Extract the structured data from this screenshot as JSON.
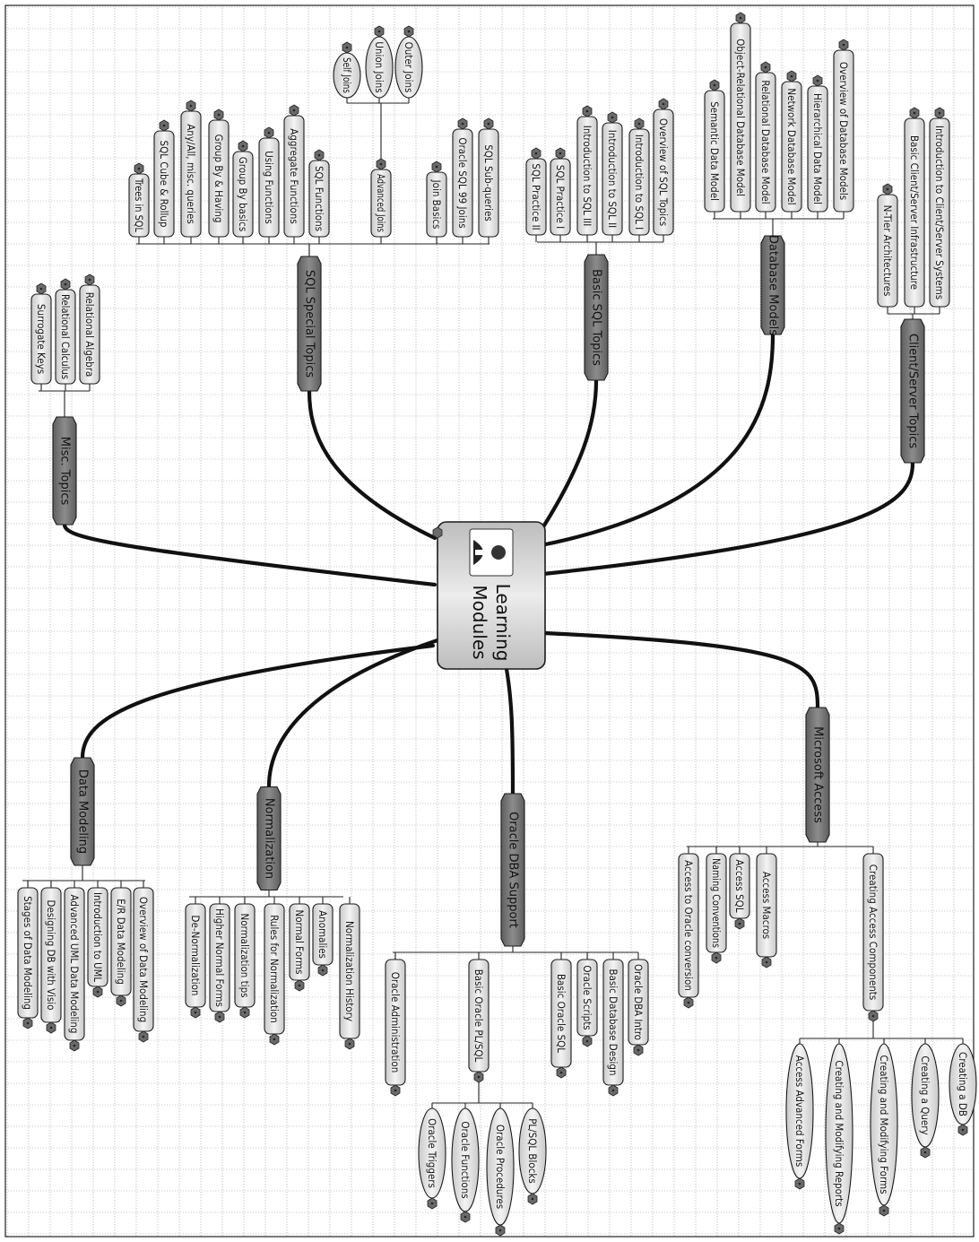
{
  "title": "Learning Modules",
  "categories": [
    {
      "id": "data-modeling",
      "label": "Data Modeling",
      "items": [
        {
          "label": "Overview of Data Modeling"
        },
        {
          "label": "E/R Data Modeling"
        },
        {
          "label": "Introduction to UML"
        },
        {
          "label": "Advanced UML Data Modeling"
        },
        {
          "label": "Designing DB with Visio"
        },
        {
          "label": "Stages of Data Modeling"
        }
      ]
    },
    {
      "id": "normalization",
      "label": "Normalization",
      "items": [
        {
          "label": "Normalization History"
        },
        {
          "label": "Anomalies"
        },
        {
          "label": "Normal Forms"
        },
        {
          "label": "Rules for Normalization"
        },
        {
          "label": "Normalization tips"
        },
        {
          "label": "Higher Normal Forms"
        },
        {
          "label": "De-Normalization"
        }
      ]
    },
    {
      "id": "oracle-dba-support",
      "label": "Oracle DBA Support",
      "items": [
        {
          "label": "Oracle DBA Intro"
        },
        {
          "label": "Basic Database Design"
        },
        {
          "label": "Oracle Scripts"
        },
        {
          "label": "Basic Oracle SQL"
        },
        {
          "label": "Basic Oracle PL/SQL",
          "children": [
            {
              "label": "PL/SQL Blocks"
            },
            {
              "label": "Oracle Procedures"
            },
            {
              "label": "Oracle Functions"
            },
            {
              "label": "Oracle Triggers"
            }
          ]
        },
        {
          "label": "Oracle Administration"
        }
      ]
    },
    {
      "id": "microsoft-access",
      "label": "Microsoft Access",
      "items": [
        {
          "label": "Creating Access Components",
          "children": [
            {
              "label": "Creating a DB"
            },
            {
              "label": "Creating a Query"
            },
            {
              "label": "Creating and Modifying Forms"
            },
            {
              "label": "Creating and Modifying Reports"
            },
            {
              "label": "Access Advanced Forms"
            }
          ]
        },
        {
          "label": "Access Macros"
        },
        {
          "label": "Access SQL"
        },
        {
          "label": "Naming Conventions"
        },
        {
          "label": "Access to Oracle conversion"
        }
      ]
    },
    {
      "id": "client-server-topics",
      "label": "Client/Server Topics",
      "items": [
        {
          "label": "Introduction to Client/Server Systems"
        },
        {
          "label": "Basic Client/Server Infrastructure"
        },
        {
          "label": "N-Tier Architectures"
        }
      ]
    },
    {
      "id": "database-models",
      "label": "Database Models",
      "items": [
        {
          "label": "Overview of Database Models"
        },
        {
          "label": "Hierarchical Data Model"
        },
        {
          "label": "Network Database Model"
        },
        {
          "label": "Relational Database Model"
        },
        {
          "label": "Object-Relational Database Model"
        },
        {
          "label": "Semantic Data Model"
        }
      ]
    },
    {
      "id": "basic-sql-topics",
      "label": "Basic SQL Topics",
      "items": [
        {
          "label": "Overview of SQL Topics"
        },
        {
          "label": "Introduction to SQL I"
        },
        {
          "label": "Introduction to SQL II"
        },
        {
          "label": "Introduction to SQL III"
        },
        {
          "label": "SQL Practice I"
        },
        {
          "label": "SQL Practice II"
        }
      ]
    },
    {
      "id": "sql-special-topics",
      "label": "SQL Special Topics",
      "items": [
        {
          "label": "SQL Sub-queries"
        },
        {
          "label": "Oracle SQL 99 Joins"
        },
        {
          "label": "Join Basics"
        },
        {
          "label": "Advanced Joins",
          "children": [
            {
              "label": "Outer Joins"
            },
            {
              "label": "Union Joins"
            },
            {
              "label": "Self Joins"
            }
          ]
        },
        {
          "label": "SQL Functions"
        },
        {
          "label": "Aggregate Functions"
        },
        {
          "label": "Using Functions"
        },
        {
          "label": "Group By basics"
        },
        {
          "label": "Group By & Having"
        },
        {
          "label": "Any/All, misc. queries"
        },
        {
          "label": "SQL Cube & Rollup"
        },
        {
          "label": "Trees in SQL"
        }
      ]
    },
    {
      "id": "misc-topics",
      "label": "Misc. Topics",
      "items": [
        {
          "label": "Relational Algebra"
        },
        {
          "label": "Relational Calculus"
        },
        {
          "label": "Surrogate Keys"
        }
      ]
    }
  ]
}
